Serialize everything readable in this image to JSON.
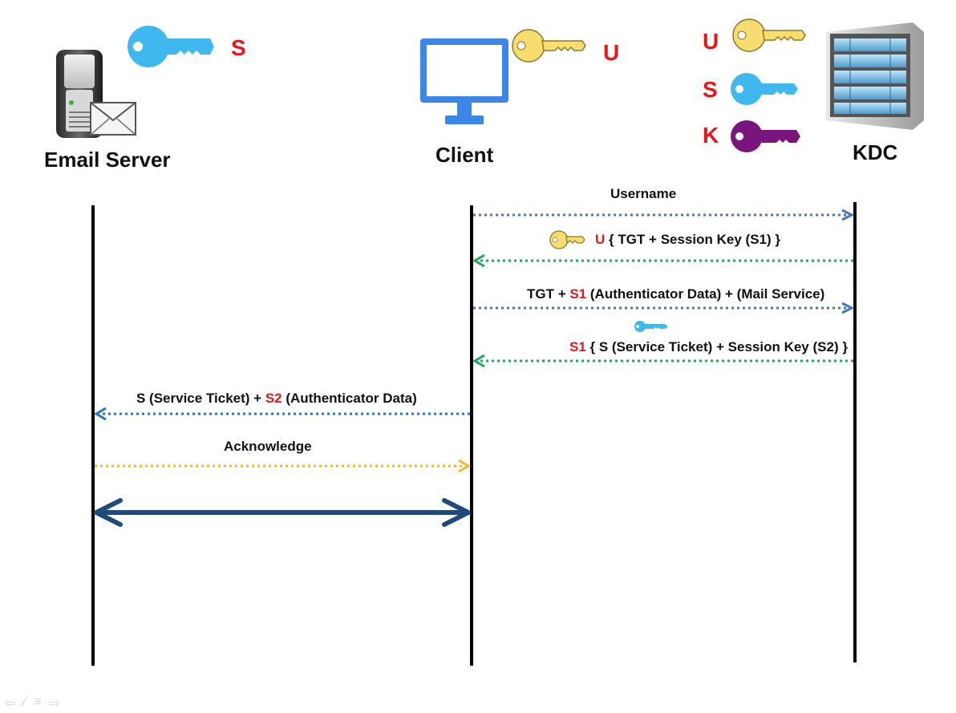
{
  "actors": {
    "email_server": "Email Server",
    "client": "Client",
    "kdc": "KDC"
  },
  "keys": {
    "email_server_key": "S",
    "client_key": "U",
    "kdc_keys": [
      "U",
      "S",
      "K"
    ]
  },
  "colors": {
    "blue_key": "#3fb8f0",
    "yellow_key": "#f7dc6f",
    "purple_key": "#7b157e",
    "red_text": "#e8151b",
    "blue_dotted": "#4a78b5",
    "green_dotted": "#21a95a",
    "yellow_dotted": "#f5b82a",
    "navy": "#1f4a7c"
  },
  "messages": {
    "m1": {
      "text": "Username"
    },
    "m2": {
      "key": "U",
      "text": " { TGT + Session Key (S1)   }"
    },
    "m3": {
      "prefix": "TGT + ",
      "key": "S1",
      "suffix": " (Authenticator Data) +  (Mail Service)"
    },
    "m4": {
      "key": "S1",
      "text": " { S (Service Ticket) + Session Key (S2)  }"
    },
    "m5": {
      "prefix": "S (Service Ticket) + ",
      "key": "S2",
      "suffix": " (Authenticator Data)"
    },
    "m6": {
      "text": "Acknowledge"
    }
  }
}
